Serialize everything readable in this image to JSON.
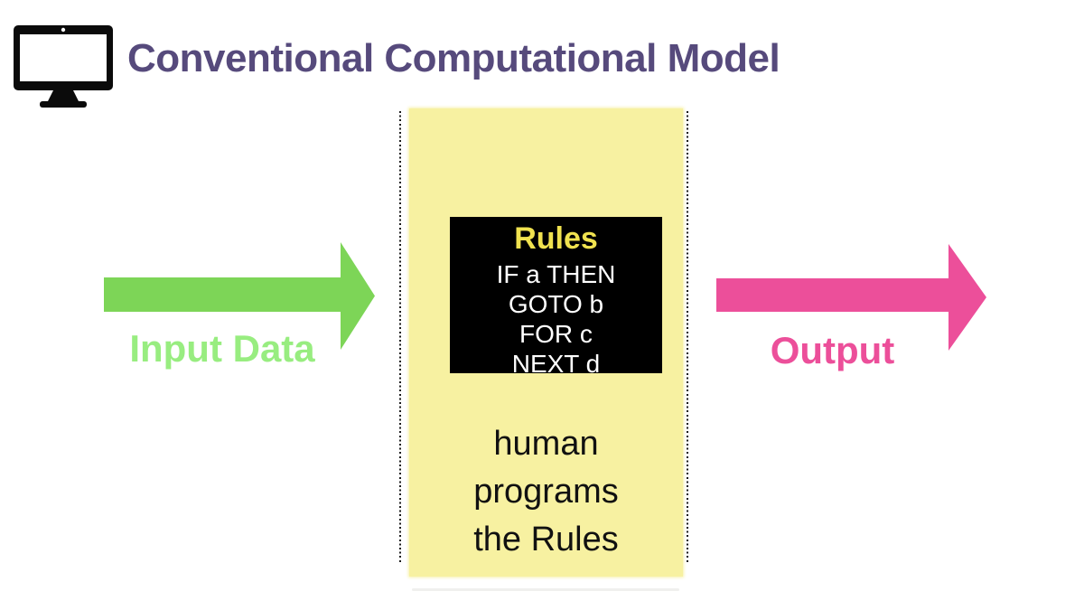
{
  "header": {
    "title": "Conventional Computational Model"
  },
  "icons": {
    "monitor": "monitor-icon"
  },
  "arrows": {
    "input": {
      "label": "Input Data",
      "color": "#7dd557",
      "label_color": "#98ed80",
      "direction": "right"
    },
    "output": {
      "label": "Output",
      "color": "#ec4f9a",
      "label_color": "#ec4f9a",
      "direction": "right"
    }
  },
  "panel": {
    "background": "#f7f1a1",
    "caption_lines": [
      "human",
      "programs",
      "the Rules"
    ]
  },
  "rules_box": {
    "heading": "Rules",
    "heading_color": "#f0e24f",
    "background": "#000000",
    "lines": [
      "IF a THEN",
      "GOTO b",
      "FOR c",
      "NEXT d"
    ]
  },
  "colors": {
    "title": "#564a7c",
    "body_background": "#ffffff"
  }
}
